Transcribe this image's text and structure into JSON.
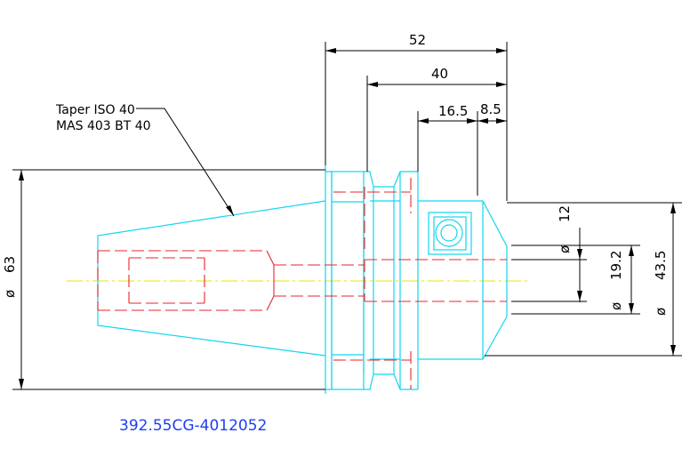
{
  "dimensions": {
    "overall_length": "52",
    "body_length": "40",
    "bore_depth": "16.5",
    "front_length": "8.5",
    "flange_diameter": "63",
    "diameter_symbol": "ø",
    "bore_small": "12",
    "bore_mid": "19.2",
    "front_diameter": "43.5"
  },
  "note": {
    "line1": "Taper ISO 40",
    "line2": "MAS 403 BT 40"
  },
  "part_number": "392.55CG-4012052",
  "colors": {
    "outline": "#12d6f0",
    "hidden": "#e8262b",
    "centerline": "#e6e600",
    "dimension": "#000000",
    "part_number": "#1f3ff0"
  }
}
